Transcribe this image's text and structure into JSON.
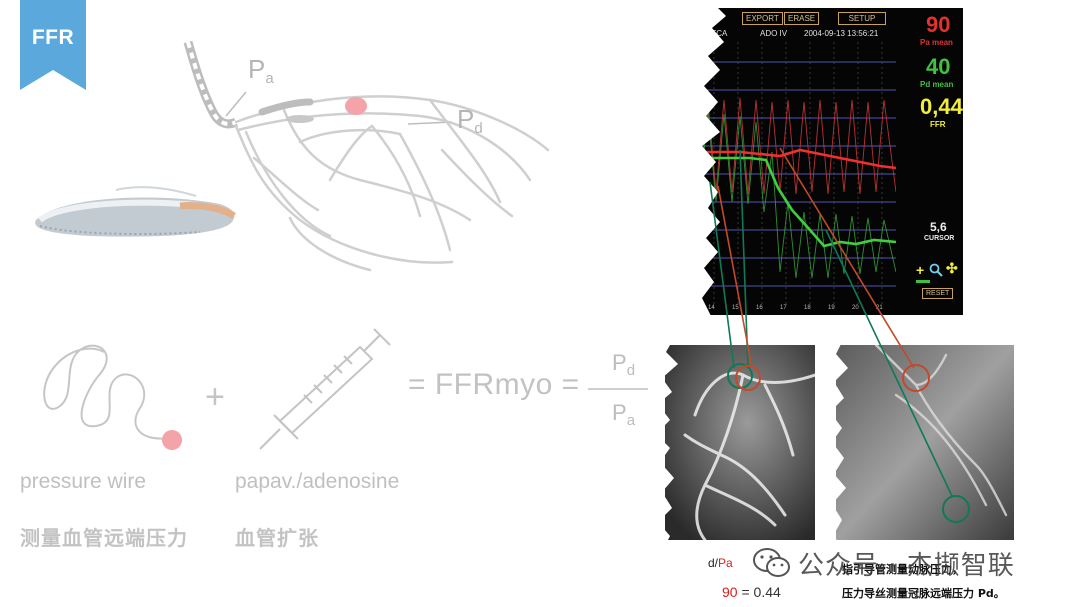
{
  "badge": {
    "text": "FFR",
    "color": "#5aa8dc"
  },
  "diagram": {
    "pa_label": "P",
    "pa_sub": "a",
    "pd_label": "P",
    "pd_sub": "d"
  },
  "equation": {
    "plus": "+",
    "lhs": "= FFRmyo =",
    "numerator": "P",
    "numerator_sub": "d",
    "denominator": "P",
    "denominator_sub": "a"
  },
  "items": {
    "pressure_wire_label": "pressure wire",
    "pressure_wire_cn": "测量血管远端压力",
    "drug_label": "papav./adenosine",
    "drug_cn": "血管扩张"
  },
  "monitor": {
    "buttons": [
      "EXPORT",
      "ERASE",
      "SETUP"
    ],
    "header_left": "PTCA",
    "header_mid": "ADO IV",
    "timestamp": "2004-09-13 13:56:21",
    "pa_value": "90",
    "pa_label": "Pa mean",
    "pd_value": "40",
    "pd_label": "Pd mean",
    "ffr_value": "0,44",
    "ffr_label": "FFR",
    "cursor_value": "5,6",
    "cursor_label": "CURSOR",
    "reset_label": "RESET",
    "x_ticks": [
      "14",
      "15",
      "16",
      "17",
      "18",
      "19",
      "20",
      "21"
    ],
    "colors": {
      "pa": "#e53030",
      "pd": "#3fc23f",
      "ffr": "#f2ee3a"
    }
  },
  "captions": {
    "left_top_prefix": "d/",
    "left_top_red": "Pa",
    "left_bot_red": "90",
    "left_bot_rest": " = 0.44",
    "right_top": "指引导管测量动脉压力，",
    "right_bot": "压力导丝测量冠脉远端压力 Pd。"
  },
  "watermark": {
    "text": "公众号 · 杰撷智联"
  }
}
